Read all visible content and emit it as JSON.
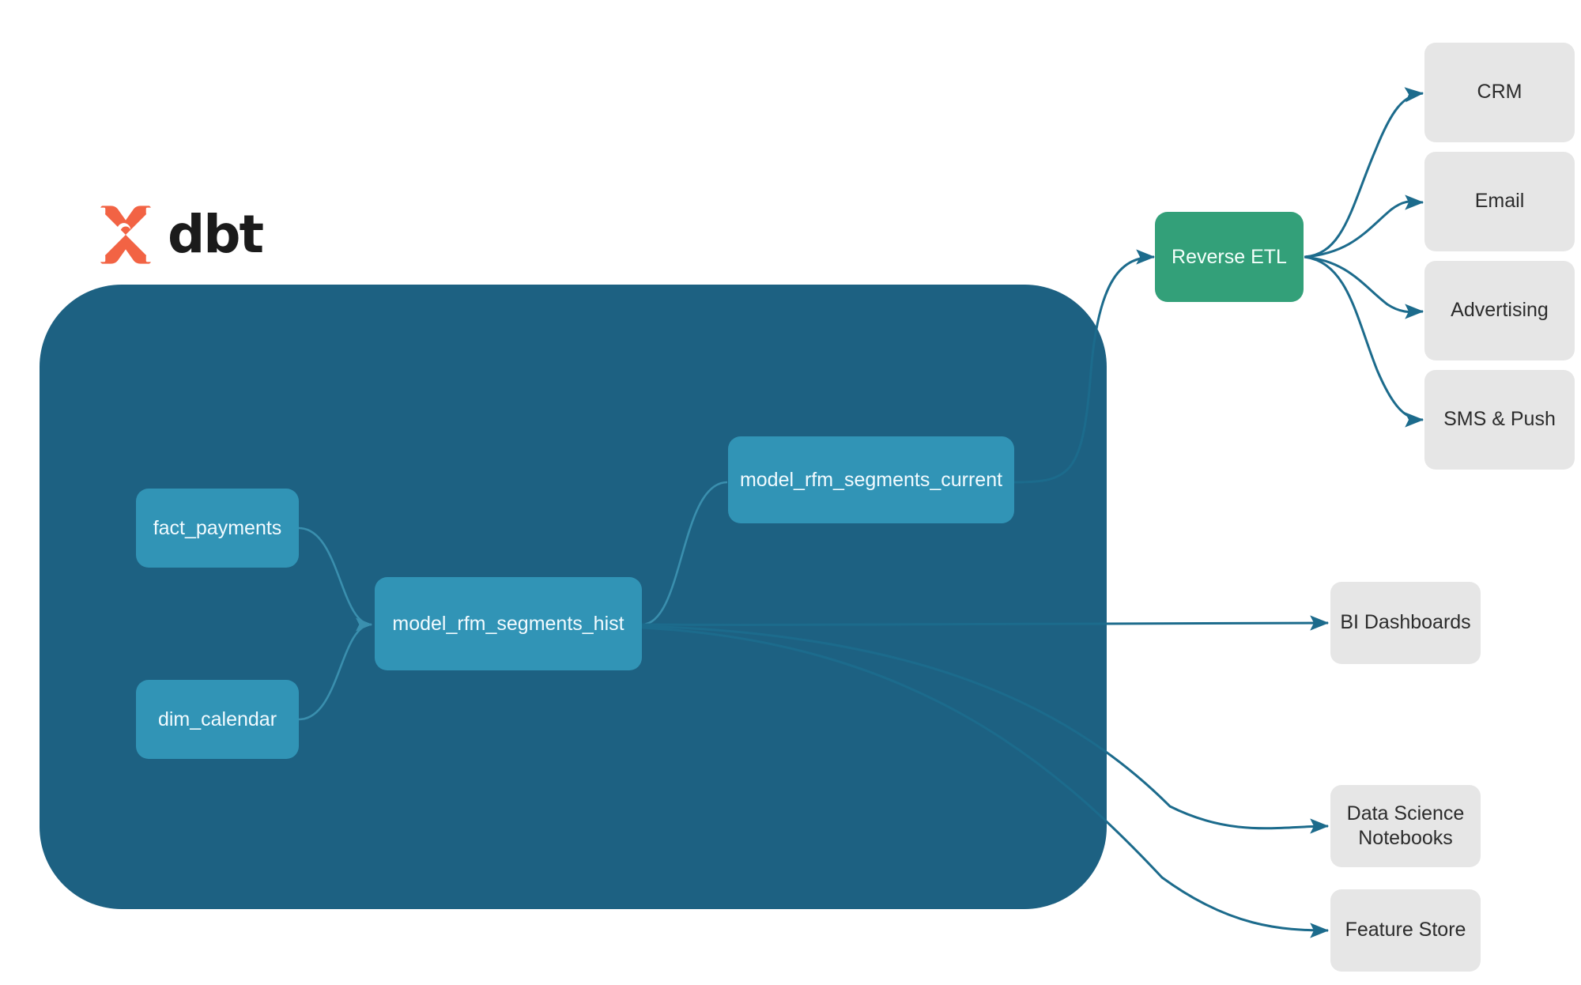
{
  "brand": {
    "name": "dbt",
    "logo_icon": "dbt-x-star-icon",
    "logo_color": "#f26344"
  },
  "colors": {
    "warehouse_background": "#1d6182",
    "model_node": "#3194b6",
    "reverse_etl_node": "#33a079",
    "destination_node": "#e6e6e6",
    "edge_outer": "#1c6b8c",
    "edge_inner": "#2e82a4",
    "page_background": "#ffffff"
  },
  "warehouse": {
    "label": "",
    "models": [
      {
        "id": "fact_payments",
        "label": "fact_payments"
      },
      {
        "id": "dim_calendar",
        "label": "dim_calendar"
      },
      {
        "id": "model_rfm_segments_hist",
        "label": "model_rfm_segments_hist"
      },
      {
        "id": "model_rfm_segments_current",
        "label": "model_rfm_segments_current"
      }
    ]
  },
  "activation": {
    "hub": {
      "id": "reverse_etl",
      "label": "Reverse ETL"
    },
    "destinations": [
      {
        "id": "crm",
        "label": "CRM"
      },
      {
        "id": "email",
        "label": "Email"
      },
      {
        "id": "advertising",
        "label": "Advertising"
      },
      {
        "id": "sms_push",
        "label": "SMS & Push"
      }
    ]
  },
  "consumers": [
    {
      "id": "bi_dashboards",
      "label": "BI Dashboards"
    },
    {
      "id": "data_science_notebooks",
      "label_line1": "Data Science",
      "label_line2": "Notebooks"
    },
    {
      "id": "feature_store",
      "label": "Feature Store"
    }
  ],
  "edges": [
    {
      "from": "fact_payments",
      "to": "model_rfm_segments_hist"
    },
    {
      "from": "dim_calendar",
      "to": "model_rfm_segments_hist"
    },
    {
      "from": "model_rfm_segments_hist",
      "to": "model_rfm_segments_current"
    },
    {
      "from": "model_rfm_segments_current",
      "to": "reverse_etl"
    },
    {
      "from": "reverse_etl",
      "to": "crm"
    },
    {
      "from": "reverse_etl",
      "to": "email"
    },
    {
      "from": "reverse_etl",
      "to": "advertising"
    },
    {
      "from": "reverse_etl",
      "to": "sms_push"
    },
    {
      "from": "model_rfm_segments_hist",
      "to": "bi_dashboards"
    },
    {
      "from": "model_rfm_segments_hist",
      "to": "data_science_notebooks"
    },
    {
      "from": "model_rfm_segments_hist",
      "to": "feature_store"
    }
  ]
}
